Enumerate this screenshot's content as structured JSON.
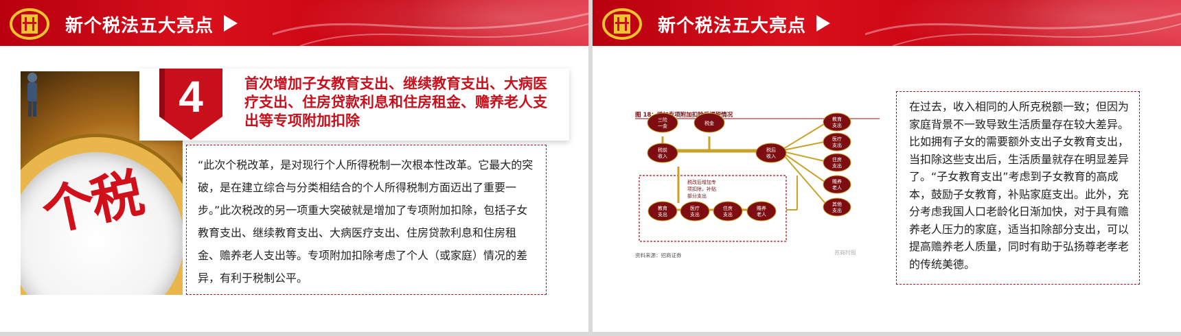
{
  "colors": {
    "brand_red": "#c8101c",
    "dark_red": "#7a1010",
    "gold": "#c9a227",
    "text": "#222222"
  },
  "left_slide": {
    "header_title": "新个税法五大亮点",
    "badge_number": "4",
    "headline": "首次增加子女教育支出、继续教育支出、大病医疗支出、住房贷款利息和住房租金、赡养老人支出等专项附加扣除",
    "photo_text": "个税",
    "quote": "“此次个税改革，是对现行个人所得税制一次根本性改革。它最大的突破，是在建立综合与分类相结合的个人所得税制方面迈出了重要一步。”此次税改的另一项重大突破就是增加了专项附加扣除，包括子女教育支出、继续教育支出、大病医疗支出、住房贷款利息和住房租金、赡养老人支出等。专项附加扣除考虑了个人（或家庭）情况的差异，有利于税制公平。"
  },
  "right_slide": {
    "header_title": "新个税法五大亮点",
    "chart": {
      "title": "图 18：增加专项附加扣除后课税情况",
      "source": "资料来源：招商证券",
      "watermark": "苏商时报",
      "nodes": {
        "sanxian": [
          "三险",
          "一金"
        ],
        "shuijin": [
          "税金"
        ],
        "shuiqian": [
          "税前",
          "收入"
        ],
        "shuihou": [
          "税后",
          "收入"
        ],
        "right_list": [
          [
            "教育",
            "支出"
          ],
          [
            "医疗",
            "支出"
          ],
          [
            "住房",
            "支出"
          ],
          [
            "赡养",
            "老人"
          ],
          [
            "其他",
            "支出"
          ]
        ],
        "bottom_list": [
          [
            "教育",
            "支出"
          ],
          [
            "医疗",
            "支出"
          ],
          [
            "住房",
            "支出"
          ],
          [
            "赡养",
            "老人"
          ]
        ]
      },
      "note": [
        "税改后增加专",
        "项扣除，补贴",
        "部分支出"
      ]
    },
    "paragraph": "在过去，收入相同的人所克税额一致；但因为家庭背景不一致导致生活质量存在较大差异。比如拥有子女的需要额外支出子女教育支出，当扣除这些支出后，生活质量就存在明显差异了。“子女教育支出”考虑到子女教育的高成本，鼓励子女教育，补贴家庭支出。此外，充分考虑我国人口老龄化日渐加快，对于具有赡养老人压力的家庭，适当扣除部分支出，可以提高赡养老人质量，同时有助于弘扬尊老孝老的传统美德。"
  }
}
